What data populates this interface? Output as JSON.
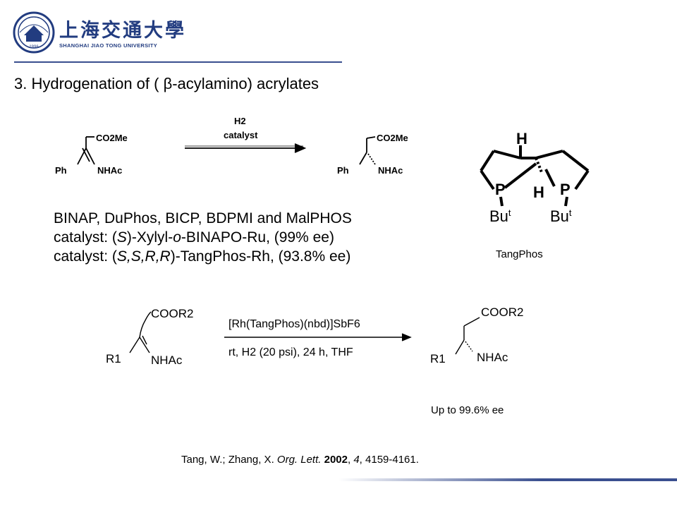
{
  "logo": {
    "name_zh": "上海交通大學",
    "name_en": "SHANGHAI JIAO TONG UNIVERSITY",
    "seal_year": "1896"
  },
  "title": "3. Hydrogenation of  ( β-acylamino) acrylates",
  "scheme1": {
    "reactant_ester": "CO2Me",
    "reactant_ph": "Ph",
    "reactant_amide": "NHAc",
    "arrow_top": "H2",
    "arrow_bottom": "catalyst",
    "product_ester": "CO2Me",
    "product_ph": "Ph",
    "product_amide": "NHAc"
  },
  "catalysts": {
    "line1": "BINAP, DuPhos, BICP, BDPMI and MalPHOS",
    "line2_prefix": "catalyst: (",
    "line2_s": "S",
    "line2_mid": ")-Xylyl-",
    "line2_o": "o",
    "line2_suffix": "-BINAPO-Ru, (99% ee)",
    "line3_prefix": "catalyst: (",
    "line3_ssrr": "S,S,R,R",
    "line3_suffix": ")-TangPhos-Rh, (93.8% ee)"
  },
  "tangphos": {
    "label": "TangPhos",
    "h_top": "H",
    "h_bottom": "H",
    "p_left": "P",
    "p_right": "P",
    "bu": "Bu",
    "t": "t"
  },
  "scheme2": {
    "reactant_ester": "COOR2",
    "reactant_r1": "R1",
    "reactant_amide": "NHAc",
    "arrow_top": "[Rh(TangPhos)(nbd)]SbF6",
    "arrow_bottom": "rt, H2 (20 psi), 24 h, THF",
    "product_ester": "COOR2",
    "product_r1": "R1",
    "product_amide": "NHAc",
    "ee": "Up to 99.6% ee"
  },
  "citation": {
    "authors": "Tang, W.;  Zhang, X. ",
    "journal": "Org. Lett.",
    "year": "2002",
    "volume": "4",
    "pages": ", 4159-4161."
  }
}
